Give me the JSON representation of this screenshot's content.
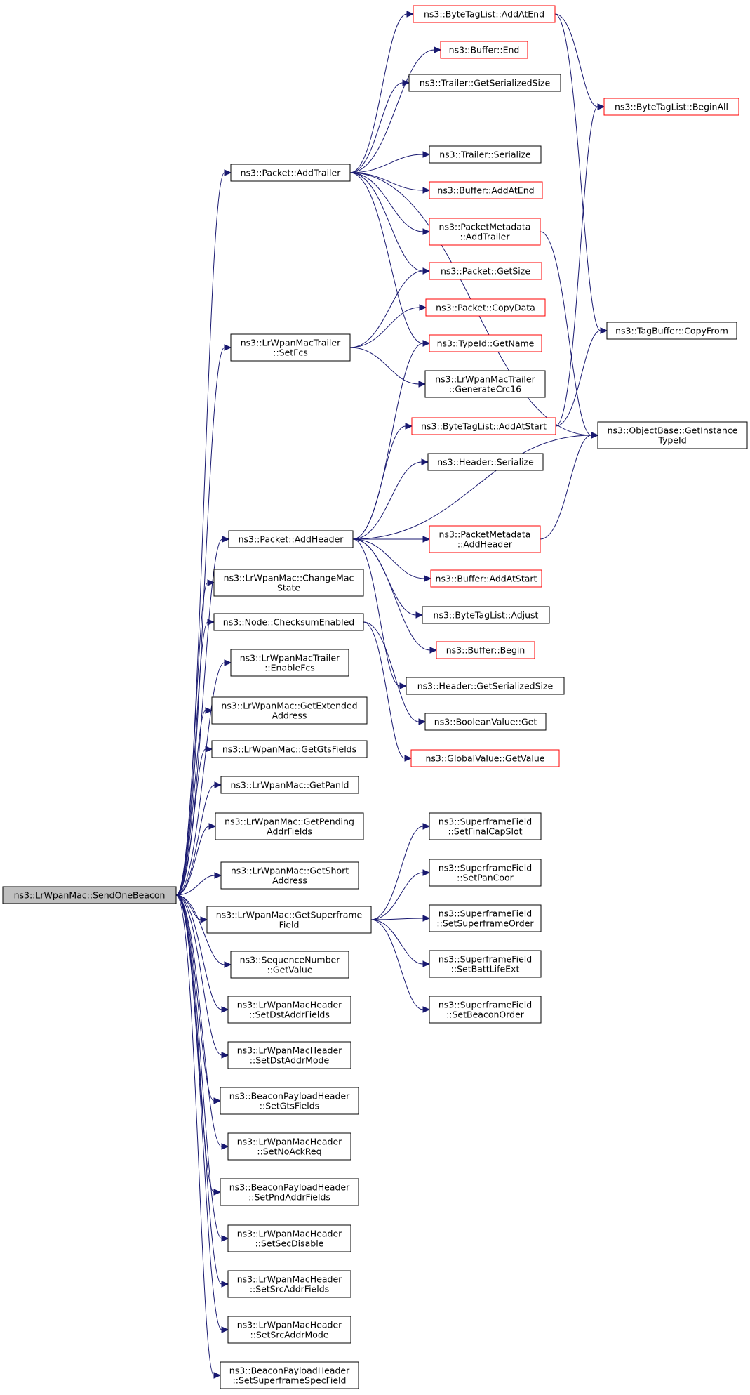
{
  "colors": {
    "edge": "#191970",
    "truncated_border": "#ff0000",
    "root_fill": "#bfbfbf"
  },
  "nodes": [
    {
      "id": "n0",
      "lines": [
        "ns3::LrWpanMac::SendOneBeacon"
      ],
      "root": true
    },
    {
      "id": "n1",
      "lines": [
        "ns3::Packet::AddTrailer"
      ]
    },
    {
      "id": "n2",
      "lines": [
        "ns3::ByteTagList::AddAtEnd"
      ],
      "truncated": true
    },
    {
      "id": "n3",
      "lines": [
        "ns3::Buffer::End"
      ],
      "truncated": true
    },
    {
      "id": "n4",
      "lines": [
        "ns3::Trailer::GetSerializedSize"
      ]
    },
    {
      "id": "n5",
      "lines": [
        "ns3::ByteTagList::BeginAll"
      ],
      "truncated": true
    },
    {
      "id": "n6",
      "lines": [
        "ns3::Trailer::Serialize"
      ]
    },
    {
      "id": "n7",
      "lines": [
        "ns3::Buffer::AddAtEnd"
      ],
      "truncated": true
    },
    {
      "id": "n8",
      "lines": [
        "ns3::PacketMetadata",
        "::AddTrailer"
      ],
      "truncated": true
    },
    {
      "id": "n9",
      "lines": [
        "ns3::Packet::GetSize"
      ],
      "truncated": true
    },
    {
      "id": "n10",
      "lines": [
        "ns3::Packet::CopyData"
      ],
      "truncated": true
    },
    {
      "id": "n11",
      "lines": [
        "ns3::TypeId::GetName"
      ],
      "truncated": true
    },
    {
      "id": "n12",
      "lines": [
        "ns3::TagBuffer::CopyFrom"
      ]
    },
    {
      "id": "n13",
      "lines": [
        "ns3::LrWpanMacTrailer",
        "::SetFcs"
      ]
    },
    {
      "id": "n14",
      "lines": [
        "ns3::LrWpanMacTrailer",
        "::GenerateCrc16"
      ]
    },
    {
      "id": "n15",
      "lines": [
        "ns3::ByteTagList::AddAtStart"
      ],
      "truncated": true
    },
    {
      "id": "n16",
      "lines": [
        "ns3::ObjectBase::GetInstance",
        "TypeId"
      ]
    },
    {
      "id": "n17",
      "lines": [
        "ns3::Header::Serialize"
      ]
    },
    {
      "id": "n18",
      "lines": [
        "ns3::Packet::AddHeader"
      ]
    },
    {
      "id": "n19",
      "lines": [
        "ns3::PacketMetadata",
        "::AddHeader"
      ],
      "truncated": true
    },
    {
      "id": "n20",
      "lines": [
        "ns3::LrWpanMac::ChangeMac",
        "State"
      ]
    },
    {
      "id": "n21",
      "lines": [
        "ns3::Buffer::AddAtStart"
      ],
      "truncated": true
    },
    {
      "id": "n22",
      "lines": [
        "ns3::ByteTagList::Adjust"
      ]
    },
    {
      "id": "n23",
      "lines": [
        "ns3::Node::ChecksumEnabled"
      ]
    },
    {
      "id": "n24",
      "lines": [
        "ns3::Buffer::Begin"
      ],
      "truncated": true
    },
    {
      "id": "n25",
      "lines": [
        "ns3::LrWpanMacTrailer",
        "::EnableFcs"
      ]
    },
    {
      "id": "n26",
      "lines": [
        "ns3::Header::GetSerializedSize"
      ]
    },
    {
      "id": "n27",
      "lines": [
        "ns3::LrWpanMac::GetExtended",
        "Address"
      ]
    },
    {
      "id": "n28",
      "lines": [
        "ns3::BooleanValue::Get"
      ]
    },
    {
      "id": "n29",
      "lines": [
        "ns3::LrWpanMac::GetGtsFields"
      ]
    },
    {
      "id": "n30",
      "lines": [
        "ns3::GlobalValue::GetValue"
      ],
      "truncated": true
    },
    {
      "id": "n31",
      "lines": [
        "ns3::LrWpanMac::GetPanId"
      ]
    },
    {
      "id": "n32",
      "lines": [
        "ns3::LrWpanMac::GetPending",
        "AddrFields"
      ]
    },
    {
      "id": "n33",
      "lines": [
        "ns3::SuperframeField",
        "::SetFinalCapSlot"
      ]
    },
    {
      "id": "n34",
      "lines": [
        "ns3::LrWpanMac::GetShort",
        "Address"
      ]
    },
    {
      "id": "n35",
      "lines": [
        "ns3::SuperframeField",
        "::SetPanCoor"
      ]
    },
    {
      "id": "n36",
      "lines": [
        "ns3::LrWpanMac::GetSuperframe",
        "Field"
      ]
    },
    {
      "id": "n37",
      "lines": [
        "ns3::SuperframeField",
        "::SetSuperframeOrder"
      ]
    },
    {
      "id": "n38",
      "lines": [
        "ns3::SequenceNumber",
        "::GetValue"
      ]
    },
    {
      "id": "n39",
      "lines": [
        "ns3::SuperframeField",
        "::SetBattLifeExt"
      ]
    },
    {
      "id": "n40",
      "lines": [
        "ns3::LrWpanMacHeader",
        "::SetDstAddrFields"
      ]
    },
    {
      "id": "n41",
      "lines": [
        "ns3::SuperframeField",
        "::SetBeaconOrder"
      ]
    },
    {
      "id": "n42",
      "lines": [
        "ns3::LrWpanMacHeader",
        "::SetDstAddrMode"
      ]
    },
    {
      "id": "n43",
      "lines": [
        "ns3::BeaconPayloadHeader",
        "::SetGtsFields"
      ]
    },
    {
      "id": "n44",
      "lines": [
        "ns3::LrWpanMacHeader",
        "::SetNoAckReq"
      ]
    },
    {
      "id": "n45",
      "lines": [
        "ns3::BeaconPayloadHeader",
        "::SetPndAddrFields"
      ]
    },
    {
      "id": "n46",
      "lines": [
        "ns3::LrWpanMacHeader",
        "::SetSecDisable"
      ]
    },
    {
      "id": "n47",
      "lines": [
        "ns3::LrWpanMacHeader",
        "::SetSrcAddrFields"
      ]
    },
    {
      "id": "n48",
      "lines": [
        "ns3::LrWpanMacHeader",
        "::SetSrcAddrMode"
      ]
    },
    {
      "id": "n49",
      "lines": [
        "ns3::BeaconPayloadHeader",
        "::SetSuperframeSpecField"
      ]
    }
  ],
  "edges": [
    [
      "n0",
      "n1"
    ],
    [
      "n0",
      "n13"
    ],
    [
      "n0",
      "n18"
    ],
    [
      "n0",
      "n20"
    ],
    [
      "n0",
      "n23"
    ],
    [
      "n0",
      "n25"
    ],
    [
      "n0",
      "n27"
    ],
    [
      "n0",
      "n29"
    ],
    [
      "n0",
      "n31"
    ],
    [
      "n0",
      "n32"
    ],
    [
      "n0",
      "n34"
    ],
    [
      "n0",
      "n36"
    ],
    [
      "n0",
      "n38"
    ],
    [
      "n0",
      "n40"
    ],
    [
      "n0",
      "n42"
    ],
    [
      "n0",
      "n43"
    ],
    [
      "n0",
      "n44"
    ],
    [
      "n0",
      "n45"
    ],
    [
      "n0",
      "n46"
    ],
    [
      "n0",
      "n47"
    ],
    [
      "n0",
      "n48"
    ],
    [
      "n0",
      "n49"
    ],
    [
      "n1",
      "n2"
    ],
    [
      "n1",
      "n3"
    ],
    [
      "n1",
      "n4"
    ],
    [
      "n1",
      "n16"
    ],
    [
      "n1",
      "n6"
    ],
    [
      "n1",
      "n7"
    ],
    [
      "n1",
      "n8"
    ],
    [
      "n1",
      "n9"
    ],
    [
      "n1",
      "n11"
    ],
    [
      "n2",
      "n5"
    ],
    [
      "n2",
      "n12"
    ],
    [
      "n8",
      "n16"
    ],
    [
      "n13",
      "n9"
    ],
    [
      "n13",
      "n10"
    ],
    [
      "n13",
      "n14"
    ],
    [
      "n15",
      "n5"
    ],
    [
      "n15",
      "n12"
    ],
    [
      "n18",
      "n11"
    ],
    [
      "n18",
      "n15"
    ],
    [
      "n18",
      "n17"
    ],
    [
      "n18",
      "n16"
    ],
    [
      "n18",
      "n19"
    ],
    [
      "n18",
      "n21"
    ],
    [
      "n18",
      "n22"
    ],
    [
      "n18",
      "n24"
    ],
    [
      "n18",
      "n26"
    ],
    [
      "n19",
      "n16"
    ],
    [
      "n23",
      "n28"
    ],
    [
      "n23",
      "n30"
    ],
    [
      "n36",
      "n33"
    ],
    [
      "n36",
      "n35"
    ],
    [
      "n36",
      "n37"
    ],
    [
      "n36",
      "n39"
    ],
    [
      "n36",
      "n41"
    ]
  ]
}
